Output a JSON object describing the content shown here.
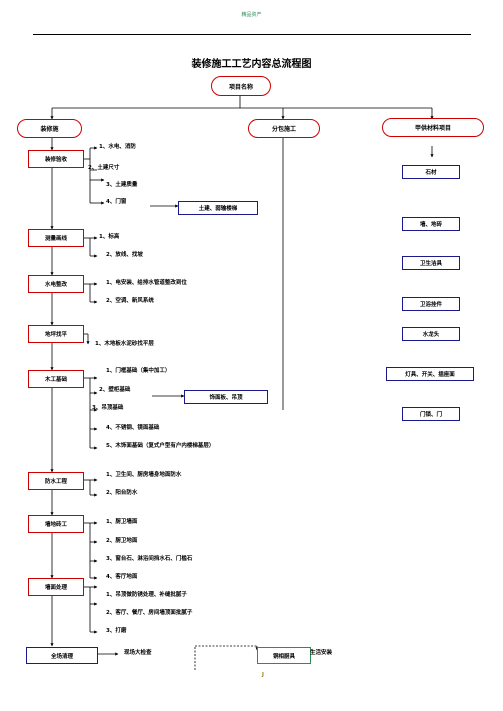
{
  "header": {
    "text": "精品资产"
  },
  "title": "装修施工工艺内容总流程图",
  "project_name": "项目名称",
  "branches": {
    "left": "装修施",
    "middle": "分包施工",
    "right": "甲供材料项目"
  },
  "left_boxes": {
    "b1": "装修验收",
    "b2": "测量画线",
    "b3": "水电整改",
    "b4": "地坪找平",
    "b5": "木工基础",
    "b6": "防水工程",
    "b7": "墙地砖工",
    "b8": "墙面处理",
    "b9": "全场清理"
  },
  "steps": {
    "s1": "1、水电、消防",
    "s2": "2、土建尺寸",
    "s3": "3、土建质量",
    "s4": "4、门窗",
    "s5": "1、标高",
    "s6": "2、放线、找坡",
    "s7": "1、电安装、给排水管道整改到位",
    "s8": "2、空调、新风系统",
    "s9": "1、木地板水泥砂找平层",
    "s10": "1、门框基础（集中加工）",
    "s11": "2、壁柜基础",
    "s12": "3、吊顶基础",
    "s13": "4、不锈钢、镜面基础",
    "s14": "5、木饰面基础（复式户型有户内楼梯基层）",
    "s15": "1、卫生间、厨房墙身地面防水",
    "s16": "2、阳台防水",
    "s17": "1、厨卫墙面",
    "s18": "2、厨卫地面",
    "s19": "3、窗台石、淋浴间挡水石、门槛石",
    "s20": "4、客厅地面",
    "s21": "1、吊顶做防锈处理、补缝批腻子",
    "s22": "2、客厅、餐厅、房间墙顶面批腻子",
    "s23": "3、打磨"
  },
  "side_boxes": {
    "civil": "土建、弱输楼梯",
    "panel": "饰面板、吊顶",
    "product": "铜相厨具"
  },
  "right_items": [
    "石材",
    "墙、地砖",
    "卫生洁具",
    "卫浴挂件",
    "水龙头",
    "灯具、开关、插座面",
    "门锁、门"
  ],
  "bottom": {
    "inspect": "现场大检查",
    "install": "生活安装",
    "mark": "J"
  }
}
